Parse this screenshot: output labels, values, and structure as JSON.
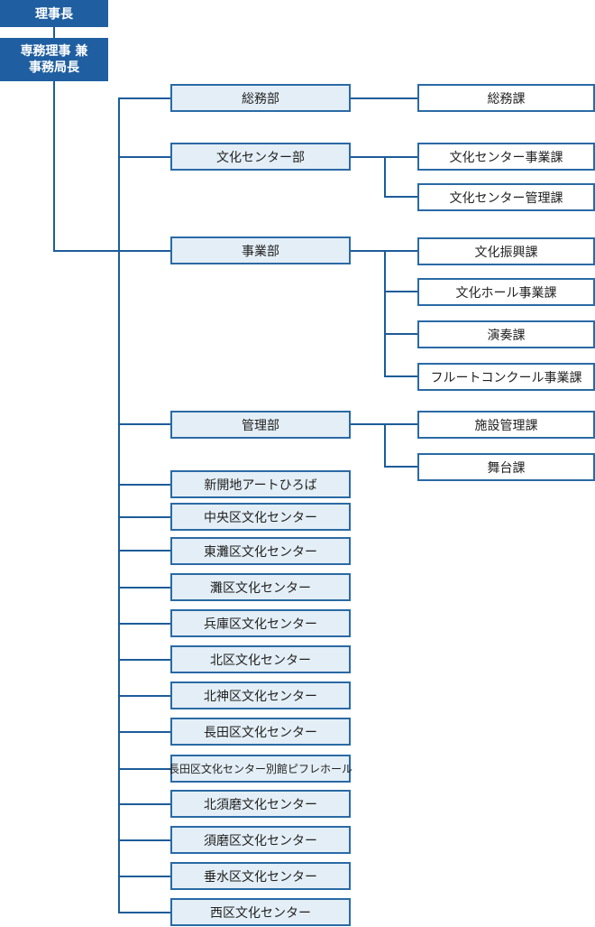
{
  "chairman": "理事長",
  "director": {
    "line1": "専務理事 兼",
    "line2": "事務局長"
  },
  "departments": [
    {
      "name": "総務部",
      "sections": [
        "総務課"
      ]
    },
    {
      "name": "文化センター部",
      "sections": [
        "文化センター事業課",
        "文化センター管理課"
      ]
    },
    {
      "name": "事業部",
      "sections": [
        "文化振興課",
        "文化ホール事業課",
        "演奏課",
        "フルートコンクール事業課"
      ]
    },
    {
      "name": "管理部",
      "sections": [
        "施設管理課",
        "舞台課"
      ]
    }
  ],
  "facilities": [
    "新開地アートひろば",
    "中央区文化センター",
    "東灘区文化センター",
    "灘区文化センター",
    "兵庫区文化センター",
    "北区文化センター",
    "北神区文化センター",
    "長田区文化センター",
    "長田区文化センター別館ピフレホール",
    "北須磨文化センター",
    "須磨区文化センター",
    "垂水区文化センター",
    "西区文化センター"
  ],
  "colors": {
    "line": "#1c5c99",
    "top_fill": "#1f5fa1",
    "dept_fill": "#e3eef6",
    "border": "#2a6aa5"
  }
}
